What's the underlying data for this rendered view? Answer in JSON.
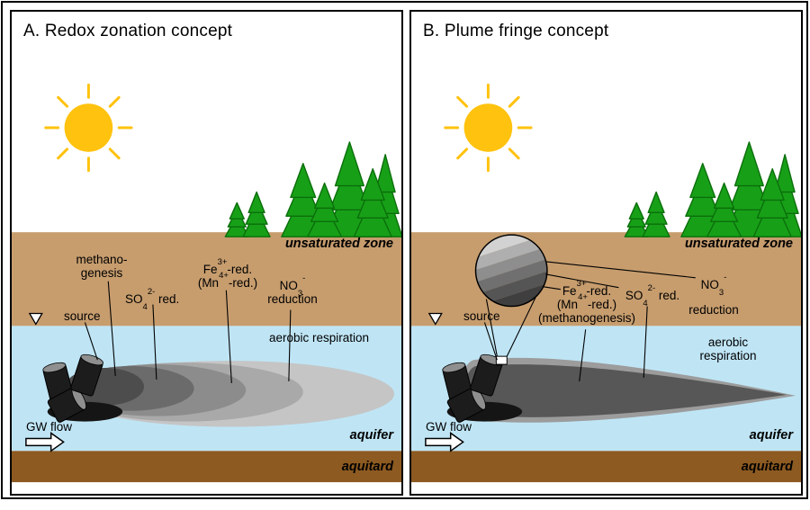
{
  "figure": {
    "panel_a": {
      "title": "A. Redox zonation concept",
      "labels": {
        "methano_1": "methano-",
        "methano_2": "genesis",
        "source": "source",
        "no3_2": "reduction",
        "aerobic": "aerobic respiration",
        "unsaturated_zone": "unsaturated zone",
        "aquifer": "aquifer",
        "aquitard": "aquitard",
        "gw_flow": "GW flow"
      }
    },
    "panel_b": {
      "title": "B. Plume fringe concept",
      "labels": {
        "source": "source",
        "methanogenesis": "(methanogenesis)",
        "no3_2": "reduction",
        "aerobic_1": "aerobic",
        "aerobic_2": "respiration",
        "unsaturated_zone": "unsaturated zone",
        "aquifer": "aquifer",
        "aquitard": "aquitard",
        "gw_flow": "GW flow"
      }
    },
    "chem": {
      "so4": {
        "pre": "SO",
        "sub": "4",
        "sup": "2-",
        "post": " red."
      },
      "fe": {
        "pre": "Fe",
        "sup": "3+",
        "post": "-red."
      },
      "mn": {
        "pre": "(Mn",
        "sup": "4+",
        "post": "-red.)"
      },
      "no3": {
        "pre": "NO",
        "sub": "3",
        "sup": "-"
      }
    },
    "icons": {
      "sun": "sun-icon",
      "tree": "tree-icon",
      "barrels": "waste-drums-icon",
      "water_table": "water-table-icon",
      "gw_arrow": "gw-flow-arrow-icon",
      "fringe_zoom": "fringe-zoom-circle-icon"
    },
    "colors": {
      "unsaturated_zone": "#C79D6E",
      "aquifer": "#BFE5F5",
      "aquitard": "#8D5A21",
      "sun": "#FFC20E",
      "tree_fill": "#17A017",
      "tree_stroke": "#0B6E0B",
      "barrel_body": "#1C1C1C",
      "barrel_lid": "#8F8F8F",
      "spill": "#151515",
      "plume_a": [
        "#4D4D4D",
        "#6B6B6B",
        "#8C8C8C",
        "#A9A9A9",
        "#C5C5C5"
      ],
      "plume_b_core": "#575757",
      "plume_b_fringe": "#9C9C9C",
      "fringe_bands": [
        "#3F3F3F",
        "#555555",
        "#707070",
        "#8E8E8E",
        "#AFAFAF",
        "#D2D2D2"
      ]
    }
  }
}
